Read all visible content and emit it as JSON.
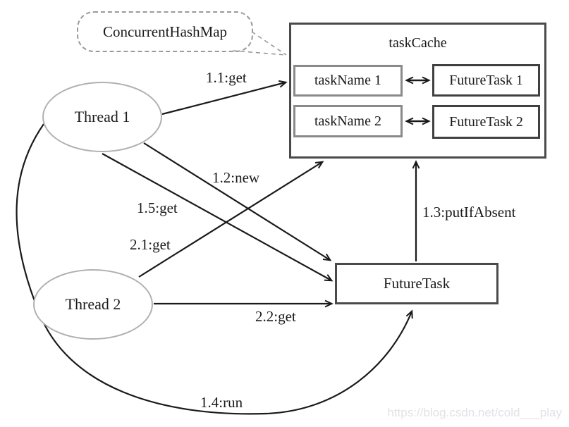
{
  "diagram": {
    "title_bubble": {
      "label": "ConcurrentHashMap"
    },
    "nodes": {
      "thread1": {
        "label": "Thread 1"
      },
      "thread2": {
        "label": "Thread 2"
      },
      "task_cache": {
        "title": "taskCache"
      },
      "task_name_1": {
        "label": "taskName 1"
      },
      "future_task_1": {
        "label": "FutureTask 1"
      },
      "task_name_2": {
        "label": "taskName 2"
      },
      "future_task_2": {
        "label": "FutureTask 2"
      },
      "future_task": {
        "label": "FutureTask"
      }
    },
    "edges": [
      {
        "label": "1.1:get",
        "from": "Thread 1",
        "to": "taskCache"
      },
      {
        "label": "1.2:new",
        "from": "Thread 1",
        "to": "FutureTask"
      },
      {
        "label": "1.3:putIfAbsent",
        "from": "FutureTask",
        "to": "taskCache"
      },
      {
        "label": "1.4:run",
        "from": "Thread 1",
        "to": "FutureTask"
      },
      {
        "label": "1.5:get",
        "from": "Thread 1",
        "to": "FutureTask"
      },
      {
        "label": "2.1:get",
        "from": "Thread 2",
        "to": "taskCache"
      },
      {
        "label": "2.2:get",
        "from": "Thread 2",
        "to": "FutureTask"
      }
    ],
    "links": [
      {
        "between": [
          "taskName 1",
          "FutureTask 1"
        ],
        "type": "bidirectional"
      },
      {
        "between": [
          "taskName 2",
          "FutureTask 2"
        ],
        "type": "bidirectional"
      }
    ],
    "watermark": "https://blog.csdn.net/cold___play",
    "colors": {
      "line": "#1a1a1a",
      "ellipse_border": "#b0b0b0",
      "box_border_dark": "#4a4a4a",
      "box_border_gray": "#8a8a8a",
      "bubble_border": "#9a9a9a",
      "watermark": "#e2e2e7"
    }
  }
}
